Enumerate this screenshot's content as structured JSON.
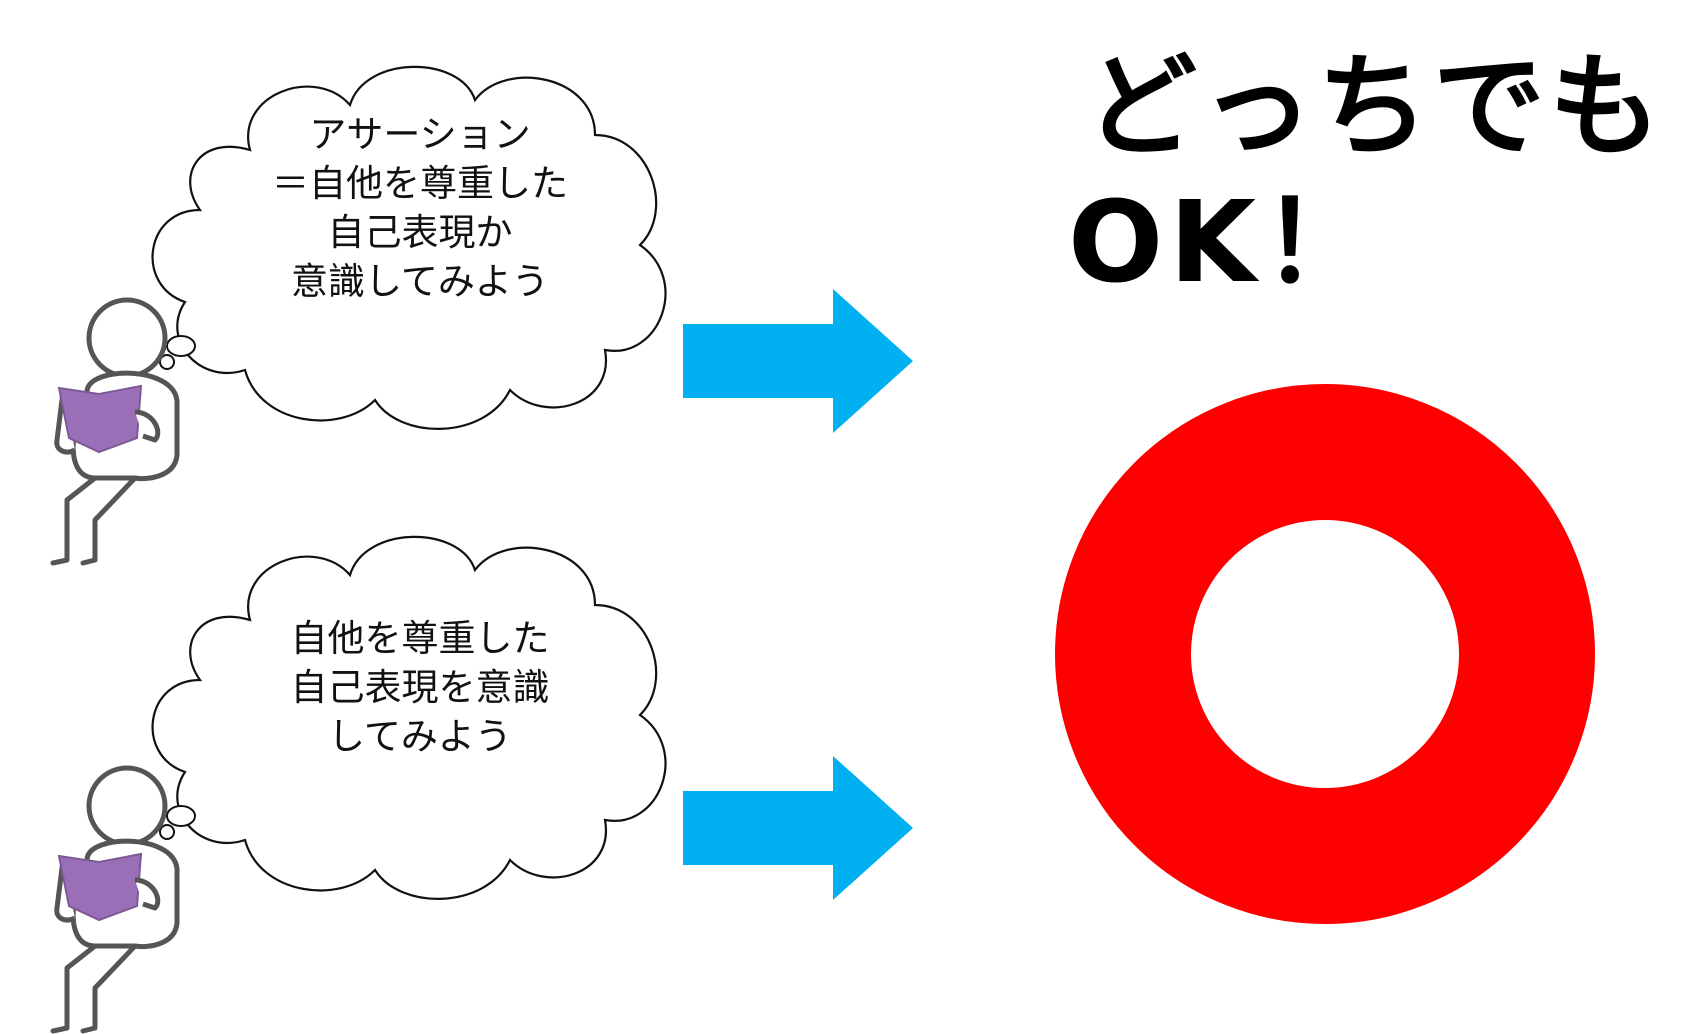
{
  "scenarios": [
    {
      "thought_lines": [
        "アサーション",
        "＝自他を尊重した",
        "自己表現か",
        "意識してみよう"
      ]
    },
    {
      "thought_lines": [
        "自他を尊重した",
        "自己表現を意識",
        "してみよう"
      ]
    }
  ],
  "result": {
    "headline_line1": "どっちでも",
    "headline_line2": "OK！",
    "symbol": "maru-circle-icon",
    "symbol_color": "#ff0000"
  },
  "colors": {
    "arrow": "#00b0f0",
    "book": "#9b6fb8",
    "outline": "#333333",
    "figure_fill": "#ffffff"
  },
  "icons": [
    "person-reading-icon",
    "thought-bubble-icon",
    "right-arrow-icon",
    "maru-circle-icon"
  ]
}
